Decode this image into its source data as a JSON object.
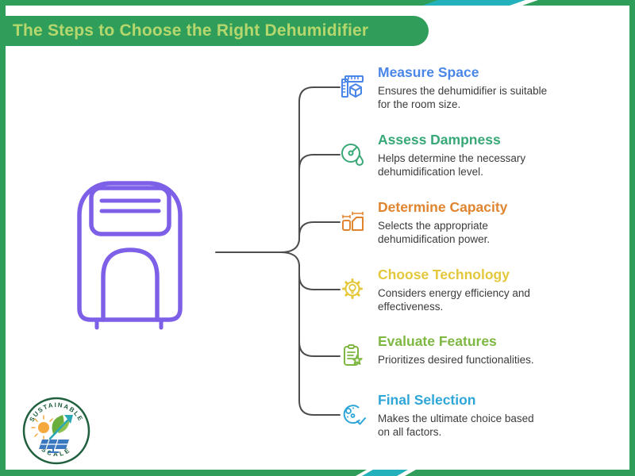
{
  "header": {
    "title": "The Steps to Choose the Right Dehumidifier"
  },
  "steps": [
    {
      "title": "Measure Space",
      "description": "Ensures the dehumidifier is suitable for the room size.",
      "color": "#4a86e8",
      "icon": "ruler-cube-icon"
    },
    {
      "title": "Assess Dampness",
      "description": "Helps determine the necessary dehumidification level.",
      "color": "#38a877",
      "icon": "gauge-droplet-icon"
    },
    {
      "title": "Determine Capacity",
      "description": "Selects the appropriate dehumidification power.",
      "color": "#e0852f",
      "icon": "capacity-containers-icon"
    },
    {
      "title": "Choose Technology",
      "description": "Considers energy efficiency and effectiveness.",
      "color": "#e3c83c",
      "icon": "gear-bulb-icon"
    },
    {
      "title": "Evaluate Features",
      "description": "Prioritizes desired functionalities.",
      "color": "#7eb843",
      "icon": "checklist-star-icon"
    },
    {
      "title": "Final Selection",
      "description": "Makes the ultimate choice based on all factors.",
      "color": "#2fa6d8",
      "icon": "selection-check-icon"
    }
  ],
  "logo": {
    "top_text": "SUSTAINABLE",
    "bottom_text": "SCALE"
  },
  "colors": {
    "frame_green": "#2f9e5a",
    "accent_teal": "#23b2bb",
    "header_text": "#b5d76d",
    "illustration_purple": "#7e60e8",
    "connector_line": "#4d4d4d",
    "body_text": "#3b3b3b"
  }
}
